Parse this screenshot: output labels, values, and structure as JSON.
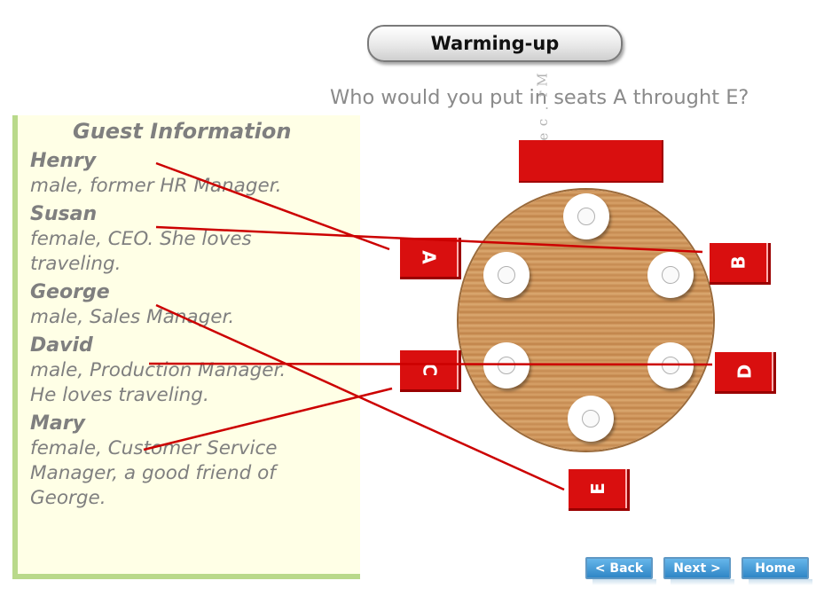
{
  "header": {
    "title": "Warming-up"
  },
  "question": "Who would you put in seats A throught E?",
  "watermark": [
    "M",
    "r",
    ".",
    "c",
    "e",
    "l",
    "s"
  ],
  "guest_panel": {
    "title": "Guest Information",
    "guests": [
      {
        "name": "Henry",
        "desc": [
          "male, former HR Manager."
        ]
      },
      {
        "name": "Susan",
        "desc": [
          "female, CEO. She loves",
          "traveling."
        ]
      },
      {
        "name": "George",
        "desc": [
          "male, Sales Manager."
        ]
      },
      {
        "name": "David",
        "desc": [
          "male, Production Manager.",
          "He loves traveling."
        ]
      },
      {
        "name": "Mary",
        "desc": [
          "female, Customer Service",
          "Manager, a good friend of",
          "George."
        ]
      }
    ]
  },
  "seats": [
    "A",
    "B",
    "C",
    "D",
    "E"
  ],
  "nav": {
    "back": "< Back",
    "next": "Next >",
    "home": "Home"
  },
  "colors": {
    "seat_red": "#d90f0f",
    "line_red": "#cc0000",
    "panel_bg": "#ffffe6",
    "panel_border": "#b9d98a",
    "nav_blue": "#2f86c6"
  }
}
